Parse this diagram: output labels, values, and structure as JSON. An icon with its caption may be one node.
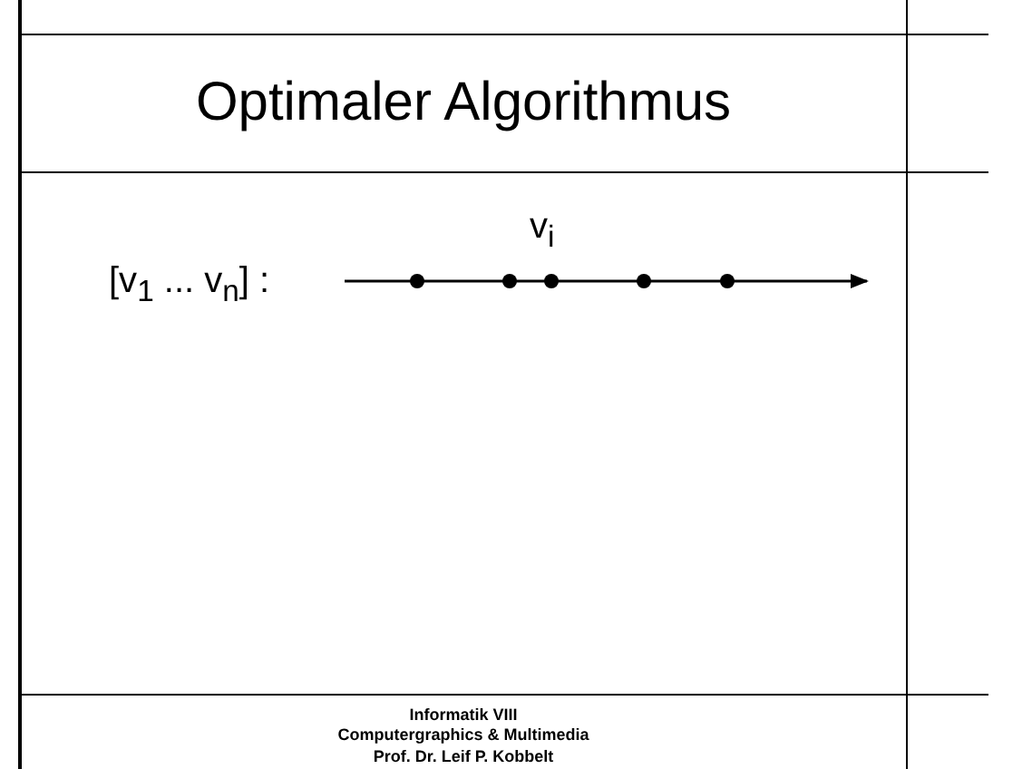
{
  "diagram": {
    "title": "Optimaler Algorithmus",
    "labels": [
      "v$_{i}$",
      "[v$_{1}$ ... v$_{n}$] :",
      "Informatik VIII",
      "Computergraphics & Multimedia",
      "Prof. Dr. Leif P. Kobbelt"
    ]
  }
}
